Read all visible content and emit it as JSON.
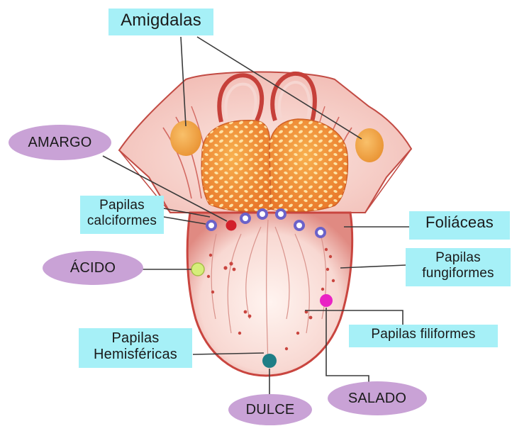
{
  "labels": {
    "amigdalas": "Amigdalas",
    "amargo": "AMARGO",
    "papilas_calciformes": "Papilas\ncalciformes",
    "foliaceas": "Foliáceas",
    "acido": "ÁCIDO",
    "papilas_fungiformes": "Papilas\nfungiformes",
    "papilas_filiformes": "Papilas filiformes",
    "papilas_hemisfericas": "Papilas\nHemisféricas",
    "salado": "SALADO",
    "dulce": "DULCE"
  },
  "colors": {
    "label_box": "#a6f0f7",
    "taste_oval": "#c9a2d6",
    "tongue_pink": "#f6d3cf",
    "tongue_red": "#c9453f",
    "tonsil": "#f2a04a",
    "acid_marker": "#d6ee7a",
    "bitter_marker": "#d21f2a",
    "salty_marker": "#e923c4",
    "sweet_marker": "#1f7e86"
  }
}
